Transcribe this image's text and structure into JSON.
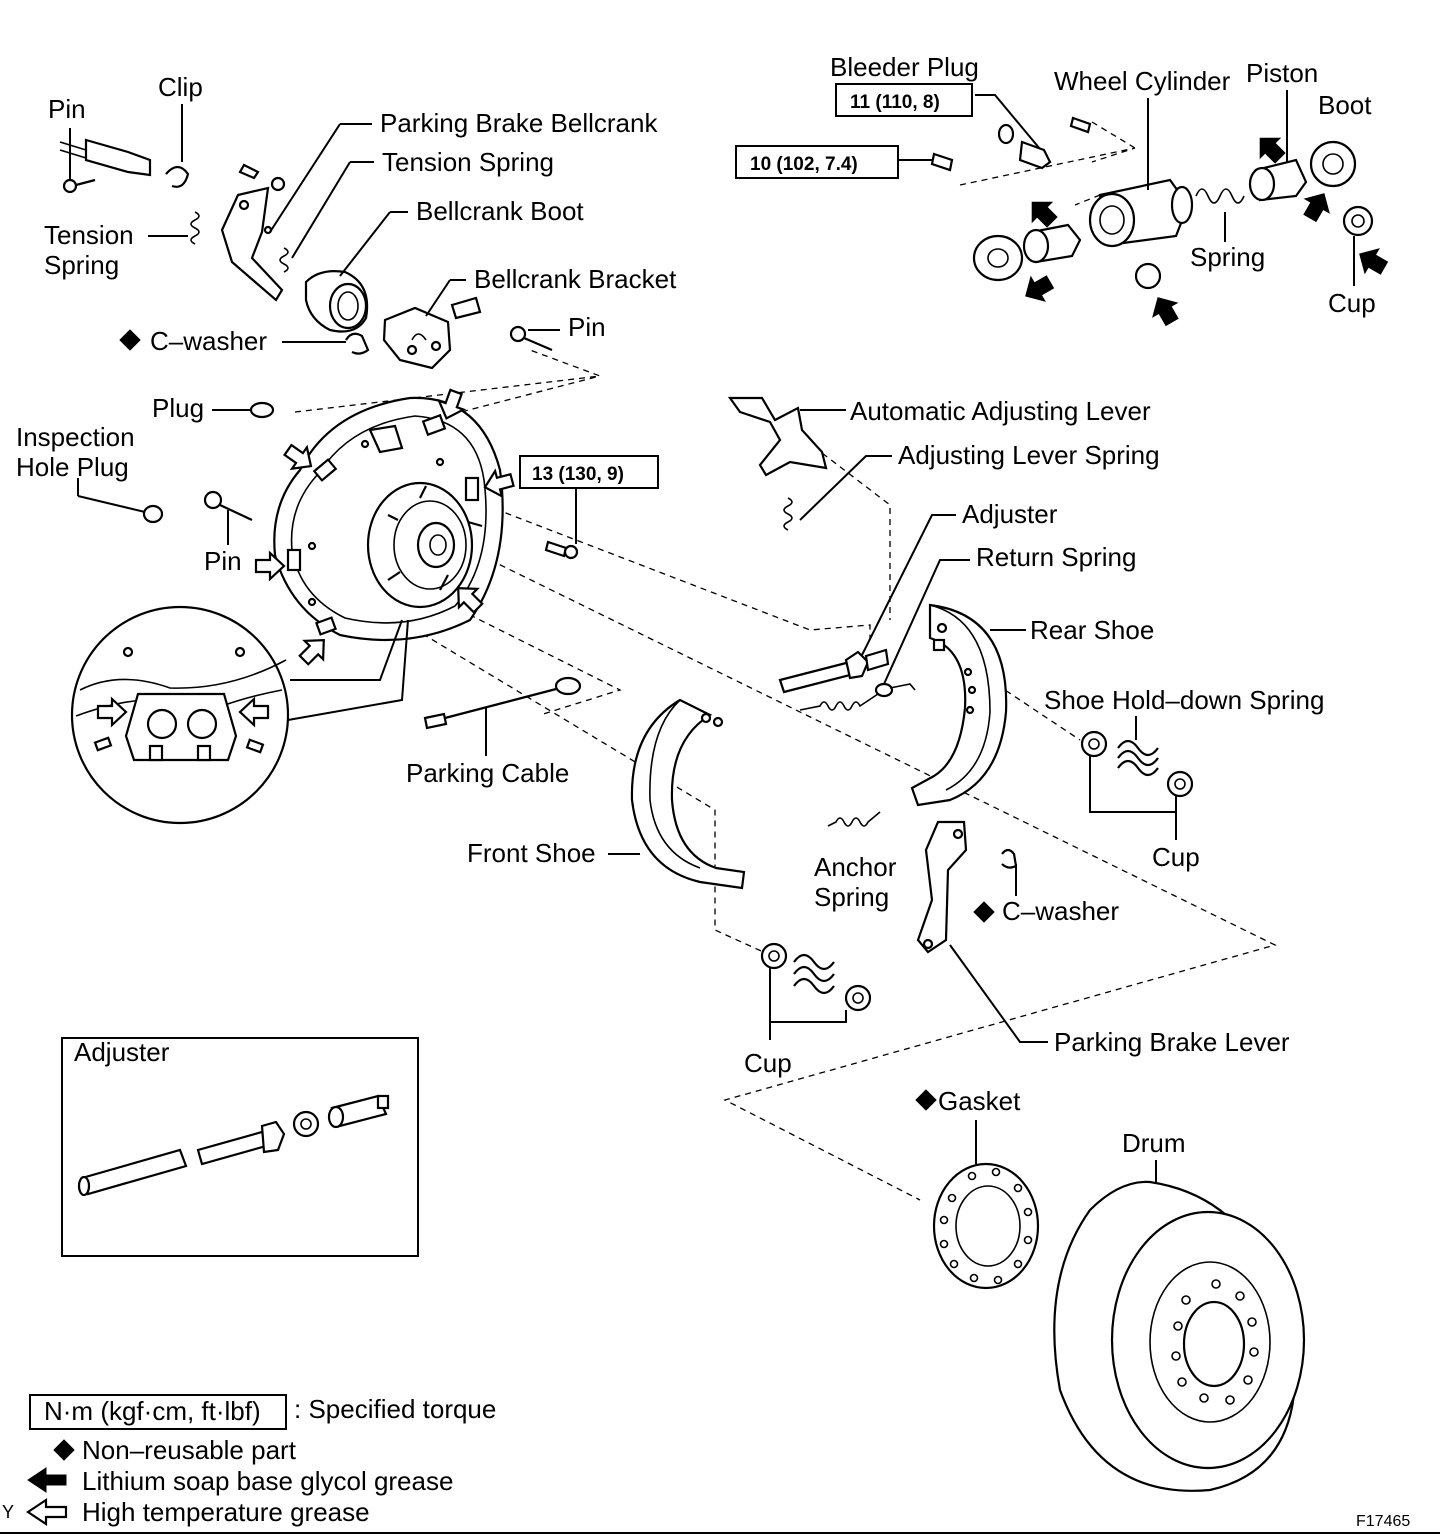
{
  "labels": {
    "pin_top": "Pin",
    "clip": "Clip",
    "parking_brake_bellcrank": "Parking Brake Bellcrank",
    "tension_spring_right": "Tension Spring",
    "tension_spring_left_1": "Tension",
    "tension_spring_left_2": "Spring",
    "bellcrank_boot": "Bellcrank Boot",
    "bellcrank_bracket": "Bellcrank Bracket",
    "c_washer_top": "C–washer",
    "pin_mid": "Pin",
    "plug": "Plug",
    "inspection_hole_plug_1": "Inspection",
    "inspection_hole_plug_2": "Hole Plug",
    "pin_left": "Pin",
    "bleeder_plug": "Bleeder Plug",
    "wheel_cylinder": "Wheel Cylinder",
    "piston": "Piston",
    "boot": "Boot",
    "spring": "Spring",
    "cup_top": "Cup",
    "automatic_adjusting_lever": "Automatic Adjusting Lever",
    "adjusting_lever_spring": "Adjusting Lever Spring",
    "adjuster": "Adjuster",
    "return_spring": "Return Spring",
    "rear_shoe": "Rear Shoe",
    "shoe_hold_down_spring": "Shoe Hold–down Spring",
    "cup_right": "Cup",
    "parking_cable": "Parking Cable",
    "front_shoe": "Front Shoe",
    "anchor_spring_1": "Anchor",
    "anchor_spring_2": "Spring",
    "c_washer_bottom": "C–washer",
    "parking_brake_lever": "Parking Brake Lever",
    "cup_bottom": "Cup",
    "gasket": "Gasket",
    "drum": "Drum",
    "adjuster_inset_title": "Adjuster"
  },
  "torques": {
    "bleeder": "11 (110, 8)",
    "cylinder_bolt": "10 (102, 7.4)",
    "backing_plate": "13 (130, 9)"
  },
  "legend": {
    "torque_unit": "N·m (kgf·cm, ft·lbf)",
    "torque_desc": ": Specified torque",
    "non_reusable": "Non–reusable part",
    "lithium": "Lithium soap base glycol grease",
    "high_temp": "High temperature grease"
  },
  "figure_id": "F17465",
  "corner_mark": "Y",
  "colors": {
    "ink": "#000000",
    "paper": "#ffffff"
  }
}
